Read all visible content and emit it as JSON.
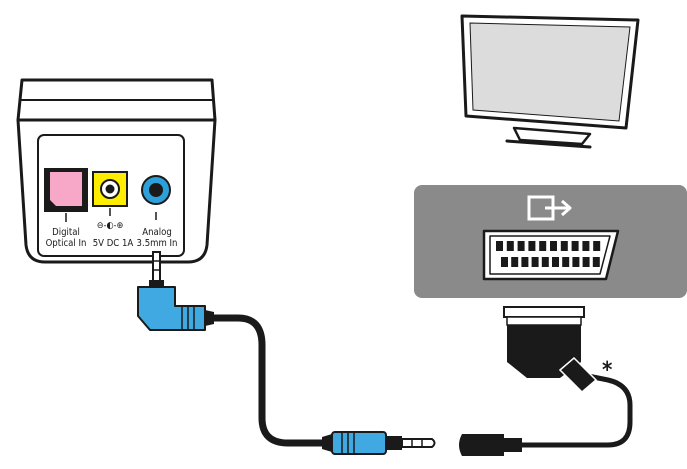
{
  "receiver": {
    "ports": {
      "optical": {
        "label_line1": "Digital",
        "label_line2": "Optical In",
        "color": "#f7a8c8"
      },
      "power": {
        "symbol": "⊖-◐-⊕",
        "label": "5V DC  1A",
        "color": "#ffed00"
      },
      "analog": {
        "label_line1": "Analog",
        "label_line2": "3.5mm In",
        "color": "#2d9fd9"
      }
    }
  },
  "scart_panel": {
    "output_icon": "output-arrow-icon",
    "panel_color": "#8a8a8a"
  },
  "cable": {
    "plug_color": "#41a9e1",
    "footnote_marker": "*"
  },
  "colors": {
    "outline": "#1a1a1a",
    "tv_screen": "#dcdcdc"
  }
}
